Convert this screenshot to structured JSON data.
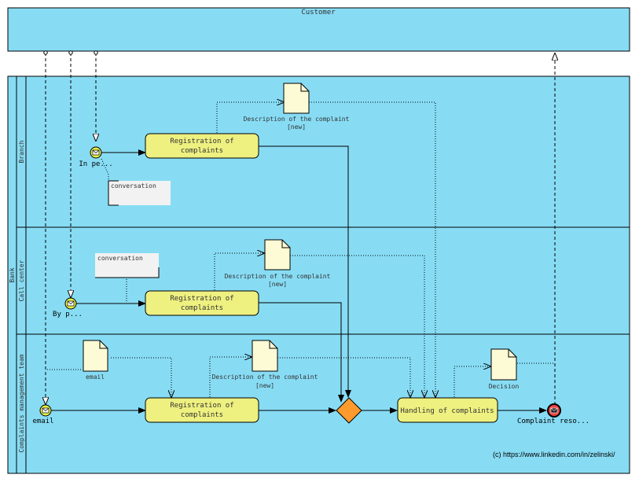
{
  "pools": {
    "customer": {
      "label": "Customer"
    },
    "bank": {
      "label": "Bank"
    }
  },
  "lanes": {
    "branch": "Branch",
    "call_center": "Call center",
    "complaints_team": "Complaints management team"
  },
  "events": {
    "in_person": "In pe...",
    "by_phone": "By p...",
    "email": "email",
    "complaint_resolved": "Complaint reso..."
  },
  "tasks": {
    "branch_registration": [
      "Registration of",
      "complaints"
    ],
    "callcenter_registration": [
      "Registration of",
      "complaints"
    ],
    "team_registration": [
      "Registration of",
      "complaints"
    ],
    "handling": "Handling of complaints"
  },
  "data_objects": {
    "branch_description": {
      "name": "Description of the complaint",
      "state": "[new]"
    },
    "callcenter_description": {
      "name": "Description of the complaint",
      "state": "[new]"
    },
    "team_description": {
      "name": "Description of the complaint",
      "state": "[new]"
    },
    "email_doc": {
      "name": "email"
    },
    "decision": {
      "name": "Decision"
    }
  },
  "annotations": {
    "branch_conversation": "conversation",
    "callcenter_conversation": "conversation"
  },
  "copyright": "(c) https://www.linkedin.com/in/zelinski/",
  "colors": {
    "pool_fill": "#87dcf4",
    "task_fill": "#eef080",
    "gateway_fill": "#ff9a2e",
    "start_event_fill": "#e6f046",
    "end_event_fill": "#ee4444",
    "document_fill": "#fdfbd6"
  }
}
